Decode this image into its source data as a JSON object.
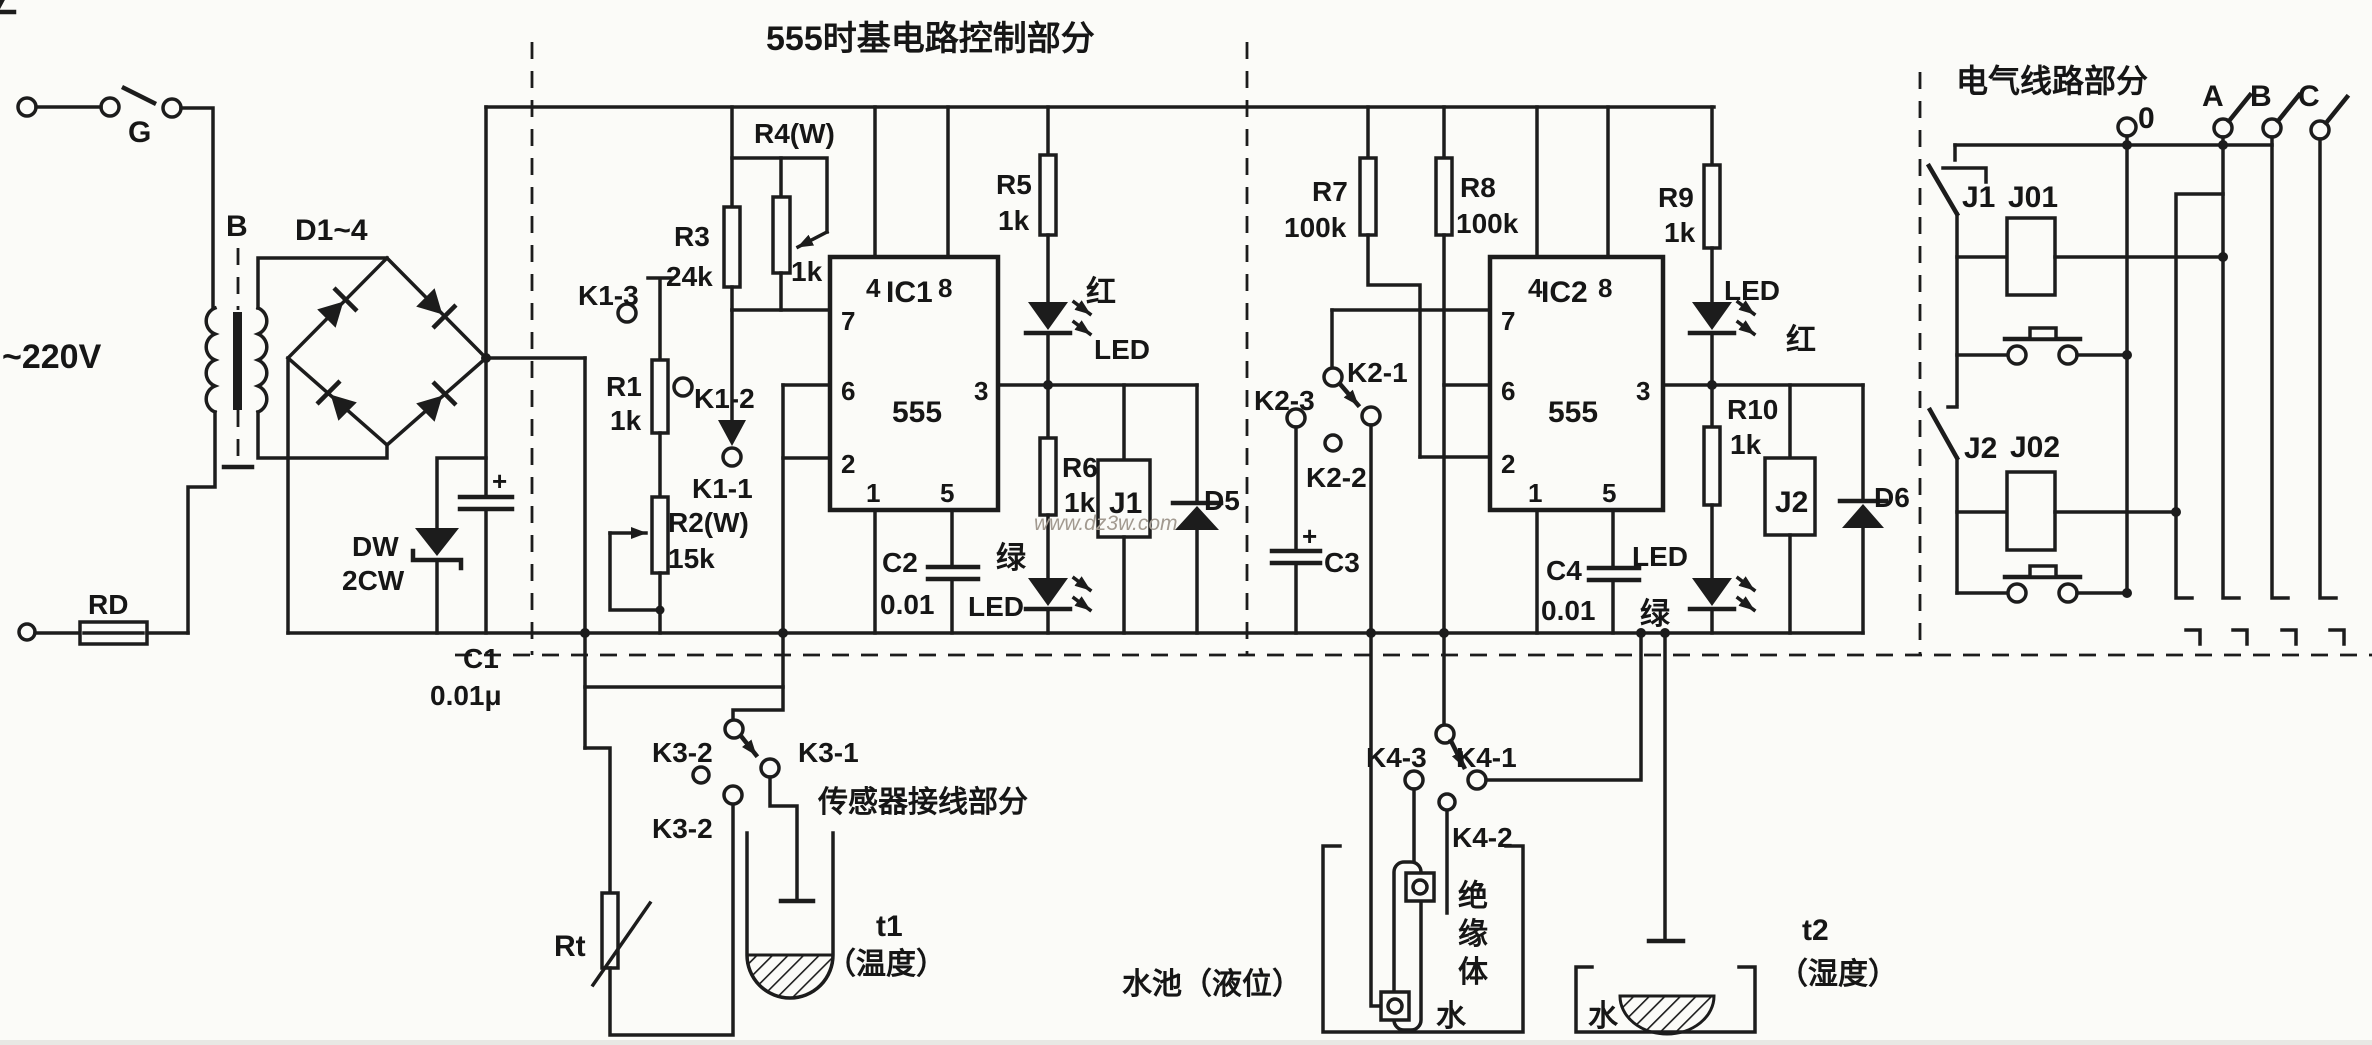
{
  "diagram": {
    "watermark": "www.dz3w.com",
    "sections": {
      "control": "555时基电路控制部分",
      "electrical": "电气线路部分",
      "sensor": "传感器接线部分"
    },
    "power": {
      "mains": "~220V",
      "switch": "G",
      "transformer": "B",
      "bridge": "D1~4",
      "fuse": "RD",
      "zener": "DW",
      "zener_model": "2CW",
      "c1": "C1",
      "c1_value": "0.01μ",
      "plus": "+"
    },
    "ic1": {
      "name": "IC1",
      "model": "555"
    },
    "ic2": {
      "name": "IC2",
      "model": "555"
    },
    "pins": {
      "p1": "1",
      "p2": "2",
      "p3": "3",
      "p4": "4",
      "p5": "5",
      "p6": "6",
      "p7": "7",
      "p8": "8"
    },
    "resistors": {
      "r1": "R1",
      "r1_v": "1k",
      "r2": "R2(W)",
      "r2_v": "15k",
      "r3": "R3",
      "r3_v": "24k",
      "r4": "R4(W)",
      "r4_v": "1k",
      "r5": "R5",
      "r5_v": "1k",
      "r6": "R6",
      "r6_v": "1k",
      "r7": "R7",
      "r7_v": "100k",
      "r8": "R8",
      "r8_v": "100k",
      "r9": "R9",
      "r9_v": "1k",
      "r10": "R10",
      "r10_v": "1k",
      "rt": "Rt"
    },
    "capacitors": {
      "c2": "C2",
      "c2_v": "0.01",
      "c3": "C3",
      "c4": "C4",
      "c4_v": "0.01"
    },
    "contacts": {
      "k1_1": "K1-1",
      "k1_2": "K1-2",
      "k1_3": "K1-3",
      "k2_1": "K2-1",
      "k2_2": "K2-2",
      "k2_3": "K2-3",
      "k3_1": "K3-1",
      "k3_2": "K3-2",
      "k4_1": "K4-1",
      "k4_2": "K4-2",
      "k4_3": "K4-3"
    },
    "diodes": {
      "d5": "D5",
      "d6": "D6"
    },
    "leds": {
      "label": "LED",
      "red": "红",
      "green": "绿"
    },
    "relays": {
      "j1": "J1",
      "j2": "J2",
      "j01": "J01",
      "j02": "J02"
    },
    "terminals": {
      "t0": "0",
      "a": "A",
      "b": "B",
      "c": "C"
    },
    "sensor": {
      "t1": "t1",
      "t1_type": "（温度）",
      "t2": "t2",
      "t2_type": "（湿度）",
      "pool": "水池（液位）",
      "insulator_chars": [
        "绝",
        "缘",
        "体"
      ],
      "water": "水"
    }
  }
}
